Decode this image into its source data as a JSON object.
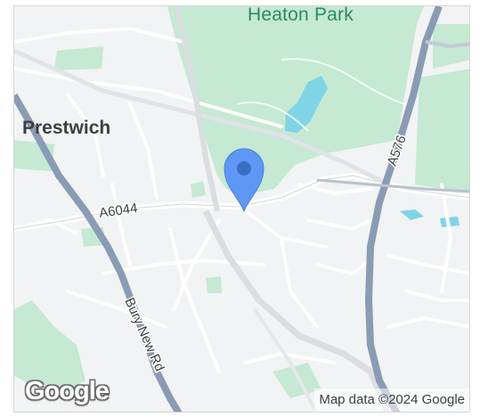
{
  "map": {
    "park_label": "Heaton Park",
    "town_label": "Prestwich",
    "road_labels": {
      "a6044": "A6044",
      "a576": "A576",
      "bury_new_rd": "Bury New Rd"
    },
    "attribution": "Map data ©2024 Google",
    "logo_text": "Google",
    "marker_icon": "map-pin-icon",
    "colors": {
      "park": "#c5e9d2",
      "water": "#7fd4e6",
      "major_road": "#8a9bb4",
      "minor_road": "#ffffff",
      "marker": "#5e97f6",
      "background": "#f1f3f4"
    }
  }
}
